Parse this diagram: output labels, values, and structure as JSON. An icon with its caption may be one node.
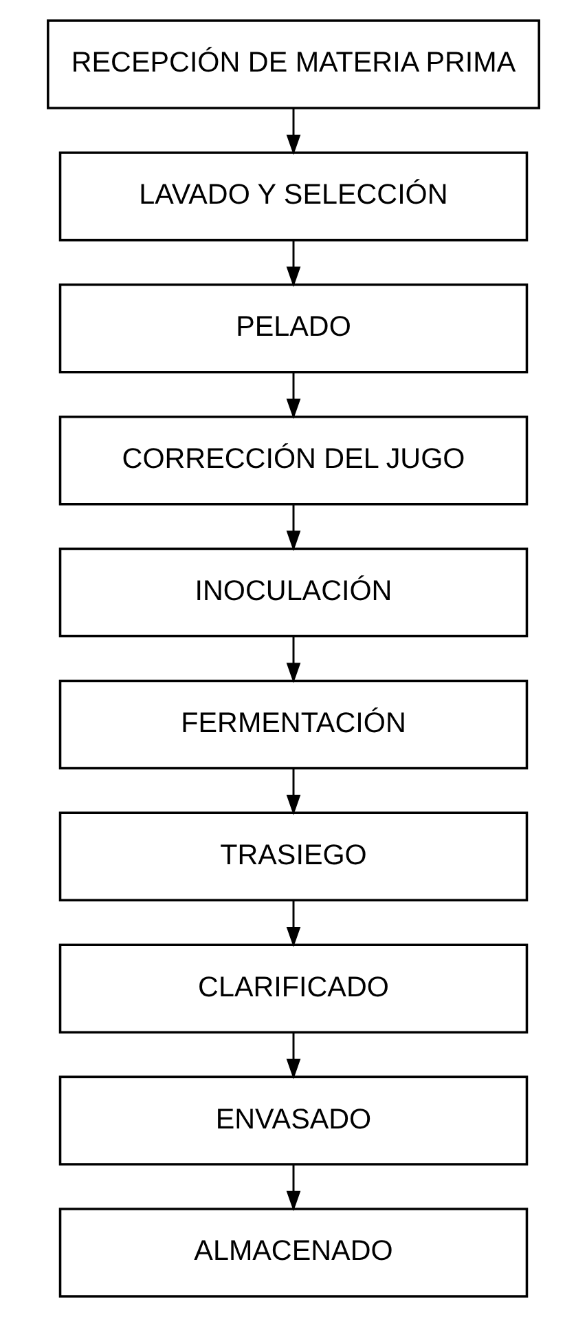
{
  "diagram": {
    "nodes": [
      {
        "text": [
          "RECEPCIÓN DE MATERIA PRIMA"
        ]
      },
      {
        "text": [
          "LAVADO Y SELECCIÓN"
        ]
      },
      {
        "text": [
          "PELADO"
        ]
      },
      {
        "text": [
          "CORRECCIÓN DEL JUGO"
        ]
      },
      {
        "text": [
          "INOCULACIÓN"
        ]
      },
      {
        "text": [
          "FERMENTACIÓN"
        ]
      },
      {
        "text": [
          "TRASIEGO"
        ]
      },
      {
        "text": [
          "CLARIFICADO"
        ]
      },
      {
        "text": [
          "ENVASADO"
        ]
      },
      {
        "text": [
          "ALMACENADO"
        ]
      }
    ],
    "edges": [
      {
        "from": 0,
        "to": 1,
        "arrow": "to"
      },
      {
        "from": 1,
        "to": 2,
        "arrow": "to"
      },
      {
        "from": 2,
        "to": 3,
        "arrow": "to"
      },
      {
        "from": 3,
        "to": 4,
        "arrow": "to"
      },
      {
        "from": 4,
        "to": 5,
        "arrow": "to"
      },
      {
        "from": 5,
        "to": 6,
        "arrow": "to"
      },
      {
        "from": 6,
        "to": 7,
        "arrow": "to"
      },
      {
        "from": 7,
        "to": 8,
        "arrow": "to"
      },
      {
        "from": 8,
        "to": 9,
        "arrow": "to"
      }
    ]
  }
}
